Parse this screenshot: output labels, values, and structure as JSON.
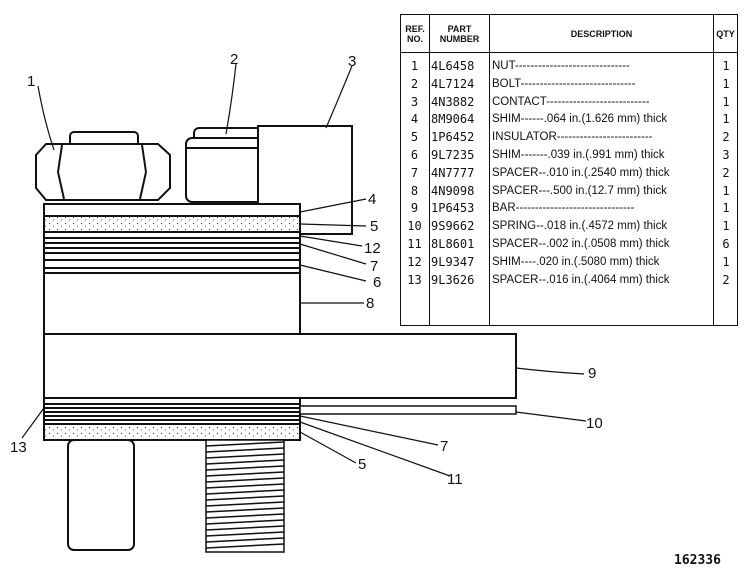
{
  "table": {
    "headers": {
      "ref_line1": "REF.",
      "ref_line2": "NO.",
      "part_line1": "PART",
      "part_line2": "NUMBER",
      "description": "DESCRIPTION",
      "qty": "QTY"
    },
    "rows": [
      {
        "ref": "1",
        "part": "4L6458",
        "desc": "NUT------------------------------",
        "qty": "1"
      },
      {
        "ref": "2",
        "part": "4L7124",
        "desc": "BOLT------------------------------",
        "qty": "1"
      },
      {
        "ref": "3",
        "part": "4N3882",
        "desc": "CONTACT---------------------------",
        "qty": "1"
      },
      {
        "ref": "4",
        "part": "8M9064",
        "desc": "SHIM------.064 in.(1.626 mm) thick",
        "qty": "1"
      },
      {
        "ref": "5",
        "part": "1P6452",
        "desc": "INSULATOR-------------------------",
        "qty": "2"
      },
      {
        "ref": "6",
        "part": "9L7235",
        "desc": "SHIM-------.039 in.(.991 mm) thick",
        "qty": "3"
      },
      {
        "ref": "7",
        "part": "4N7777",
        "desc": "SPACER--.010 in.(.2540 mm) thick",
        "qty": "2"
      },
      {
        "ref": "8",
        "part": "4N9098",
        "desc": "SPACER---.500 in.(12.7 mm) thick",
        "qty": "1"
      },
      {
        "ref": "9",
        "part": "1P6453",
        "desc": "BAR-------------------------------",
        "qty": "1"
      },
      {
        "ref": "10",
        "part": "9S9662",
        "desc": "SPRING--.018 in.(.4572 mm) thick",
        "qty": "1"
      },
      {
        "ref": "11",
        "part": "8L8601",
        "desc": "SPACER--.002 in.(.0508 mm) thick",
        "qty": "6"
      },
      {
        "ref": "12",
        "part": "9L9347",
        "desc": "SHIM----.020 in.(.5080 mm) thick",
        "qty": "1"
      },
      {
        "ref": "13",
        "part": "9L3626",
        "desc": "SPACER--.016 in.(.4064 mm) thick",
        "qty": "2"
      }
    ]
  },
  "callouts": [
    "1",
    "2",
    "3",
    "4",
    "5",
    "12",
    "7",
    "6",
    "8",
    "9",
    "10",
    "7",
    "5",
    "11",
    "13"
  ],
  "figure_number": "162336"
}
